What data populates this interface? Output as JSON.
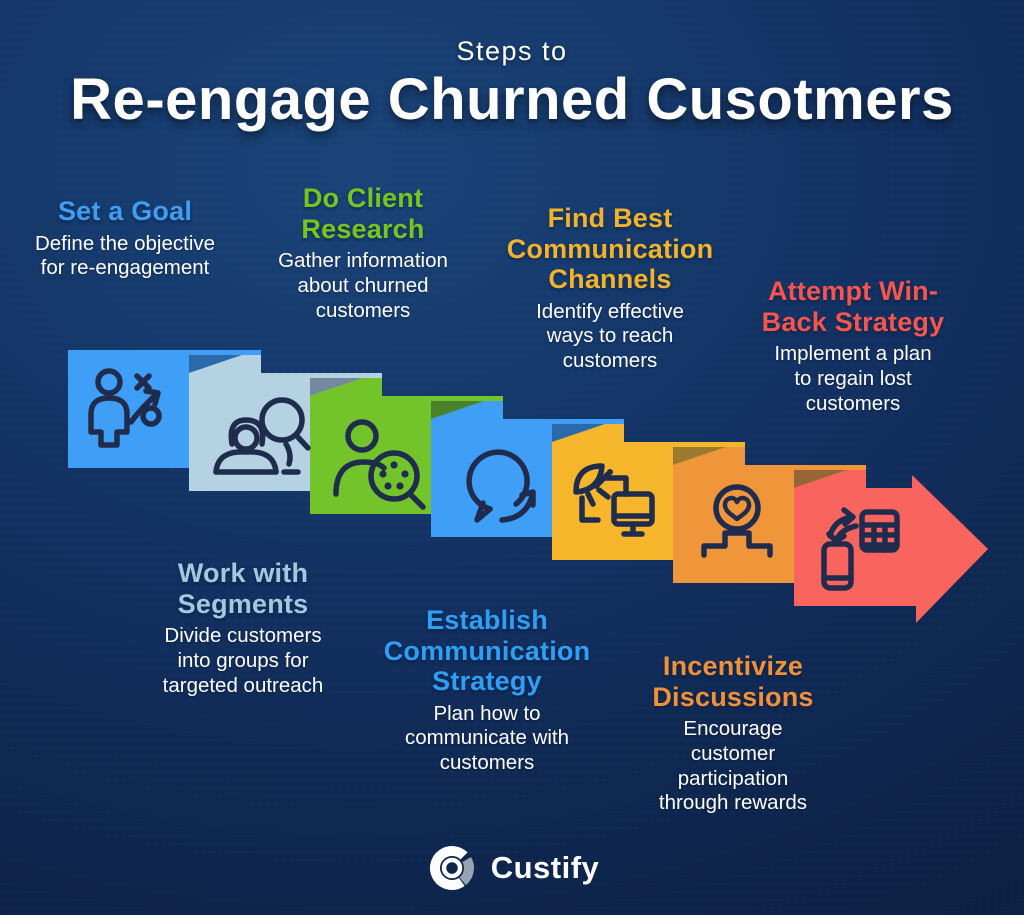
{
  "header": {
    "kicker": "Steps to",
    "title": "Re-engage Churned Cusotmers"
  },
  "steps": [
    {
      "title": "Set a Goal",
      "description": "Define the objective\nfor re-engagement",
      "title_color": "#3f9ef2",
      "tile_color": "#3f9ef5",
      "icon": "person-strategy-icon"
    },
    {
      "title": "Work with\nSegments",
      "description": "Divide customers\ninto groups for\ntargeted outreach",
      "title_color": "#a3c9de",
      "tile_color": "#b5d2e2",
      "icon": "people-magnifier-icon"
    },
    {
      "title": "Do Client\nResearch",
      "description": "Gather information\nabout churned\ncustomers",
      "title_color": "#76c61d",
      "tile_color": "#72c42a",
      "icon": "person-segments-magnifier-icon"
    },
    {
      "title": "Establish\nCommunication\nStrategy",
      "description": "Plan how to\ncommunicate with\ncustomers",
      "title_color": "#2f9ff5",
      "tile_color": "#3f9ef5",
      "icon": "chat-bubble-arrow-icon"
    },
    {
      "title": "Find Best\nCommunication\nChannels",
      "description": "Identify effective\nways to reach\ncustomers",
      "title_color": "#f2b32a",
      "tile_color": "#f5b62c",
      "icon": "satellite-monitor-icon"
    },
    {
      "title": "Incentivize\nDiscussions",
      "description": "Encourage\ncustomer\nparticipation\nthrough rewards",
      "title_color": "#f0913a",
      "tile_color": "#f0963a",
      "icon": "heart-podium-icon"
    },
    {
      "title": "Attempt Win-\nBack Strategy",
      "description": "Implement a plan\nto regain lost\ncustomers",
      "title_color": "#f4564e",
      "tile_color": "#f9655e",
      "icon": "phone-calculator-swap-icon"
    }
  ],
  "footer": {
    "brand": "Custify"
  },
  "design": {
    "background_top": "#1a4479",
    "background_bottom": "#0a1a36",
    "icon_stroke": "#202c4e",
    "fold_shadow": "rgba(8,20,48,0.38)",
    "text_primary": "#ffffff",
    "logo_gray": "#97a3b4"
  }
}
